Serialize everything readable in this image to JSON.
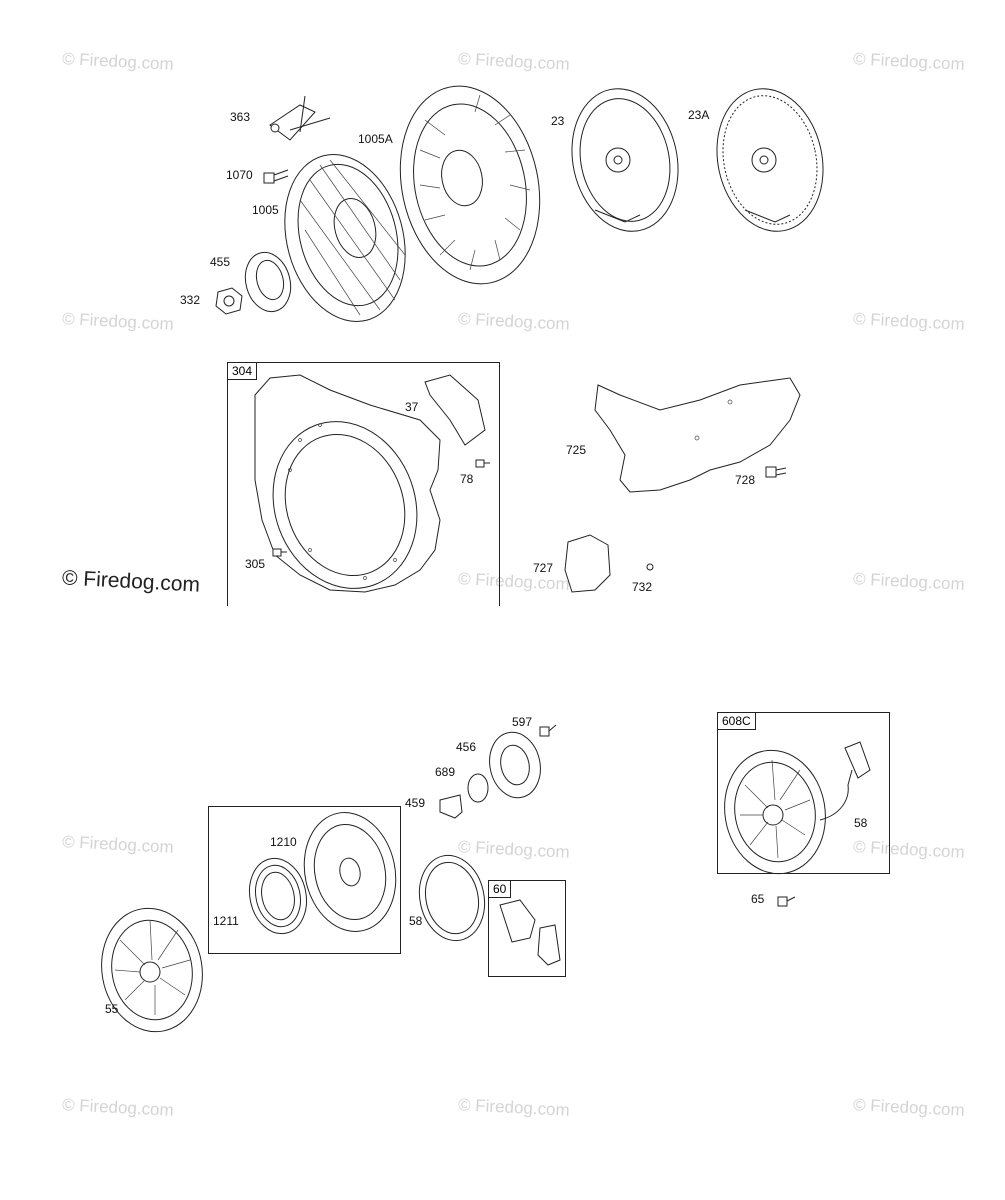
{
  "watermarks": [
    "© Firedog.com",
    "© Firedog.com",
    "© Firedog.com",
    "© Firedog.com",
    "© Firedog.com",
    "© Firedog.com",
    "© Firedog.com",
    "© Firedog.com",
    "© Firedog.com",
    "© Firedog.com",
    "© Firedog.com",
    "© Firedog.com",
    "© Firedog.com",
    "© Firedog.com"
  ],
  "watermark_main": "© Firedog.com",
  "boxes": {
    "b304": "304",
    "b60": "60",
    "b608c": "608C"
  },
  "labels": {
    "l363": "363",
    "l1005a": "1005A",
    "l23": "23",
    "l23a": "23A",
    "l1070": "1070",
    "l1005": "1005",
    "l455": "455",
    "l332": "332",
    "l37": "37",
    "l78": "78",
    "l305": "305",
    "l725": "725",
    "l728": "728",
    "l727": "727",
    "l732": "732",
    "l597": "597",
    "l456": "456",
    "l689": "689",
    "l459": "459",
    "l1210": "1210",
    "l1211": "1211",
    "l58a": "58",
    "l55": "55",
    "l58b": "58",
    "l65": "65"
  }
}
